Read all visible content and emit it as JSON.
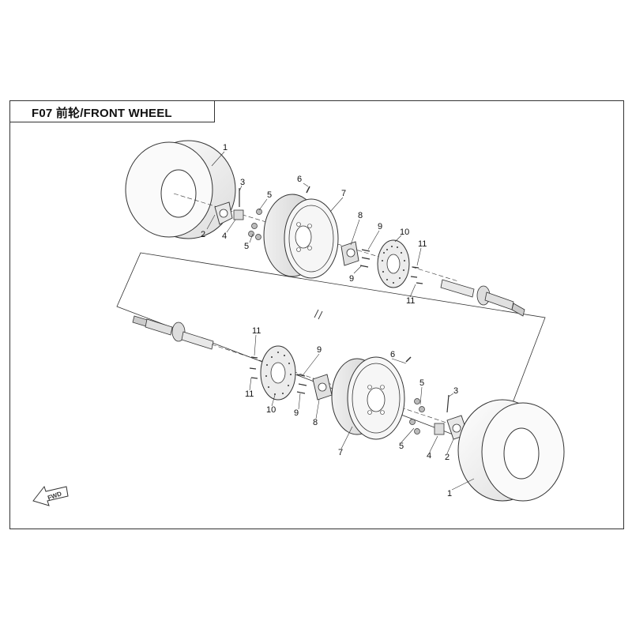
{
  "header": {
    "title": "F07 前轮/FRONT WHEEL"
  },
  "direction_arrow": {
    "label": "FWD"
  },
  "callouts": {
    "c1_top": "1",
    "c2_top": "2",
    "c3_top": "3",
    "c4_top": "4",
    "c5_top_a": "5",
    "c5_top_b": "5",
    "c6_top": "6",
    "c7_top": "7",
    "c8_top": "8",
    "c9_top_a": "9",
    "c9_top_b": "9",
    "c10_top": "10",
    "c11_top_a": "11",
    "c11_top_b": "11",
    "c11_bot_a": "11",
    "c11_bot_b": "11",
    "c10_bot": "10",
    "c9_bot_a": "9",
    "c9_bot_b": "9",
    "c8_bot": "8",
    "c6_bot": "6",
    "c5_bot_a": "5",
    "c5_bot_b": "5",
    "c7_bot": "7",
    "c3_bot": "3",
    "c4_bot": "4",
    "c2_bot": "2",
    "c1_bot": "1"
  },
  "colors": {
    "line": "#333333",
    "fill": "#f4f4f4",
    "shade": "#d8d8d8"
  }
}
